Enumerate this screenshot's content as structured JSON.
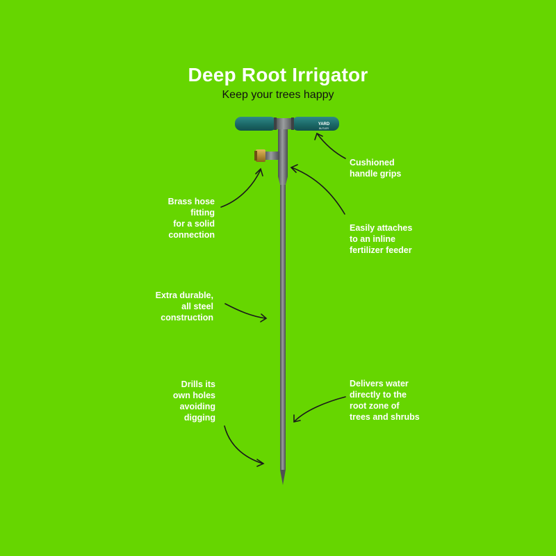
{
  "header": {
    "title": "Deep Root Irrigator",
    "subtitle": "Keep your trees happy"
  },
  "product": {
    "brand_mark": "YARD BUTLER",
    "colors": {
      "background": "#66d600",
      "grip": "#1d6b6a",
      "steel": "#6b6e70",
      "brass": "#b88a2c"
    }
  },
  "callouts": [
    {
      "text": "Cushioned\nhandle grips"
    },
    {
      "text": "Brass hose\nfitting\nfor a solid\nconnection"
    },
    {
      "text": "Easily attaches\nto an inline\nfertilizer feeder"
    },
    {
      "text": "Extra durable,\nall steel\nconstruction"
    },
    {
      "text": "Drills its\nown holes\navoiding\ndigging"
    },
    {
      "text": "Delivers water\ndirectly to the\nroot zone of\ntrees and shrubs"
    }
  ]
}
